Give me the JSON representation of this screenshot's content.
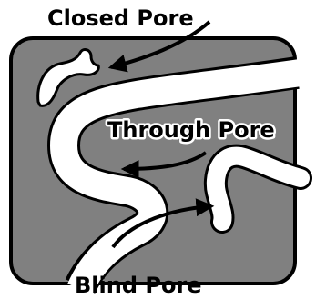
{
  "labels": {
    "closed_pore": "Closed Pore",
    "through_pore": "Through Pore",
    "blind_pore": "Blind Pore"
  },
  "colors": {
    "solid": "#808080",
    "pore": "#ffffff",
    "outline": "#000000",
    "text": "#000000"
  }
}
